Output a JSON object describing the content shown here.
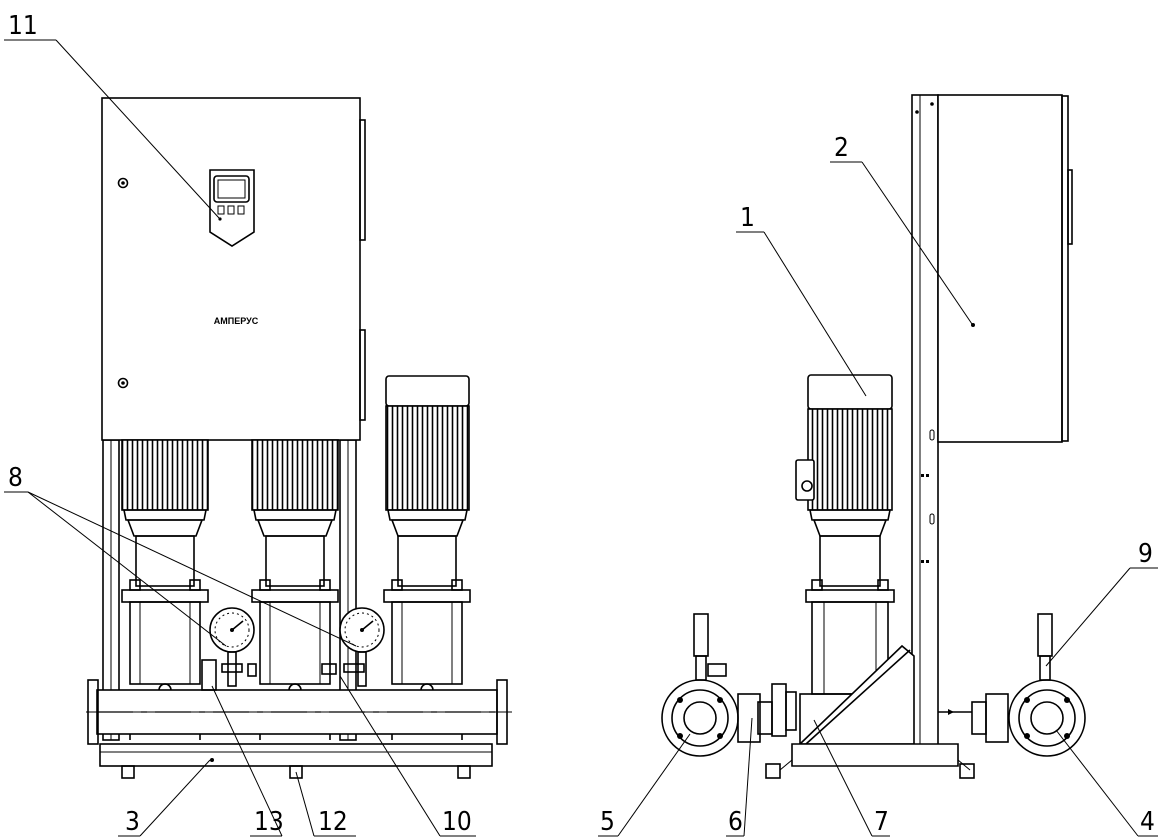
{
  "brand": "АМПЕРУС",
  "callouts": {
    "c1": "1",
    "c2": "2",
    "c3": "3",
    "c4": "4",
    "c5": "5",
    "c6": "6",
    "c7": "7",
    "c8": "8",
    "c9": "9",
    "c10": "10",
    "c11": "11",
    "c12": "12",
    "c13": "13"
  }
}
